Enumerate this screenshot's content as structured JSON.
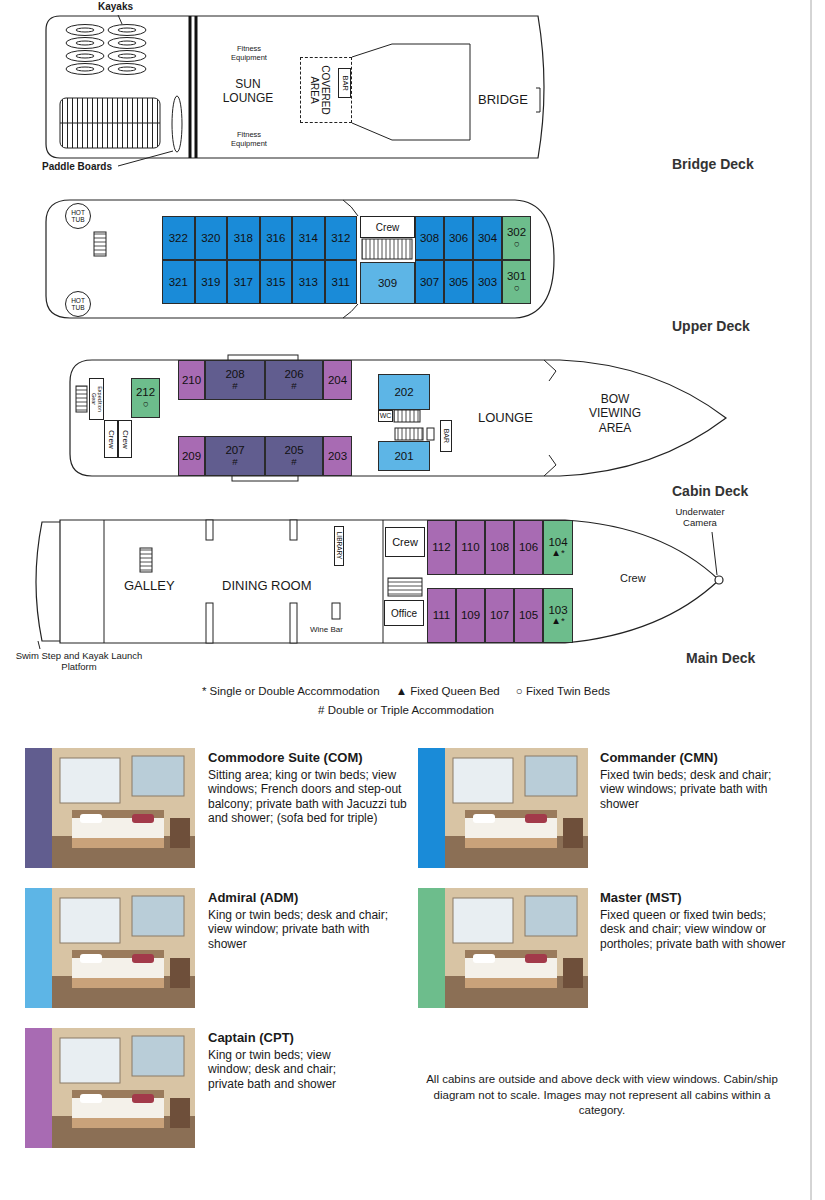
{
  "diagram": {
    "nodes": [
      {
        "text": [
          "COVERED AREA"
        ]
      },
      {
        "text": [
          "BAR"
        ],
        "in": 0
      },
      {
        "text": [
          "HOT TUB"
        ]
      },
      {
        "text": [
          "322"
        ]
      },
      {
        "text": [
          "320"
        ]
      },
      {
        "text": [
          "318"
        ]
      },
      {
        "text": [
          "316"
        ]
      },
      {
        "text": [
          "314"
        ]
      },
      {
        "text": [
          "312"
        ]
      },
      {
        "text": [
          "Crew"
        ]
      },
      {
        "text": [
          "308"
        ]
      },
      {
        "text": [
          "306"
        ]
      },
      {
        "text": [
          "304"
        ]
      },
      {
        "text": [
          "302",
          "○"
        ]
      },
      {
        "text": [
          "HOT TUB"
        ]
      },
      {
        "text": [
          "321"
        ]
      },
      {
        "text": [
          "319"
        ]
      },
      {
        "text": [
          "317"
        ]
      },
      {
        "text": [
          "315"
        ]
      },
      {
        "text": [
          "313"
        ]
      },
      {
        "text": [
          "311"
        ]
      },
      {
        "text": [
          "309"
        ]
      },
      {
        "text": [
          "307"
        ]
      },
      {
        "text": [
          "305"
        ]
      },
      {
        "text": [
          "303"
        ]
      },
      {
        "text": [
          "301",
          "○"
        ]
      },
      {
        "text": [
          "Expedition Gear"
        ]
      },
      {
        "text": [
          "212",
          "○"
        ]
      },
      {
        "text": [
          "Crew"
        ]
      },
      {
        "text": [
          "Crew"
        ]
      },
      {
        "text": [
          "210"
        ]
      },
      {
        "text": [
          "208",
          "#"
        ]
      },
      {
        "text": [
          "206",
          "#"
        ]
      },
      {
        "text": [
          "204"
        ]
      },
      {
        "text": [
          "202"
        ]
      },
      {
        "text": [
          "WC"
        ]
      },
      {
        "text": [
          "209"
        ]
      },
      {
        "text": [
          "207",
          "#"
        ]
      },
      {
        "text": [
          "205",
          "#"
        ]
      },
      {
        "text": [
          "203"
        ]
      },
      {
        "text": [
          "201"
        ]
      },
      {
        "text": [
          "BAR"
        ]
      },
      {
        "text": [
          "LIBRARY"
        ]
      },
      {
        "text": [
          "Crew"
        ]
      },
      {
        "text": [
          "112"
        ]
      },
      {
        "text": [
          "110"
        ]
      },
      {
        "text": [
          "108"
        ]
      },
      {
        "text": [
          "106"
        ]
      },
      {
        "text": [
          "104",
          "▲*"
        ]
      },
      {
        "text": [
          "Office"
        ]
      },
      {
        "text": [
          "111"
        ]
      },
      {
        "text": [
          "109"
        ]
      },
      {
        "text": [
          "107"
        ]
      },
      {
        "text": [
          "105"
        ]
      },
      {
        "text": [
          "103",
          "▲*"
        ]
      }
    ],
    "labels": [
      "Kayaks",
      "Paddle Boards",
      "Fitness Equipment",
      "SUN LOUNGE",
      "Fitness Equipment",
      "BRIDGE",
      "Bridge Deck",
      "Upper Deck",
      "LOUNGE",
      "BOW VIEWING AREA",
      "Cabin Deck",
      "GALLEY",
      "DINING ROOM",
      "Wine Bar",
      "Crew",
      "Underwater Camera",
      "Swim Step and Kayak Launch Platform",
      "Main Deck",
      "Sitting area; king or twin beds; view windows; French doors and step-out balcony; private bath with Jacuzzi tub and shower; (sofa bed for triple)",
      "Fixed twin beds; desk and chair; view windows; private bath with shower",
      "King or twin beds; desk and chair; view window; private bath with shower",
      "Fixed queen or fixed twin beds; desk and chair; view window or portholes; private bath with shower",
      "King or twin beds; view window; desk and chair; private bath and shower",
      "All cabins are outside and above deck with view windows. Cabin/ship diagram not to scale. Images may not represent all cabins within a category."
    ],
    "legend": [
      {
        "text": "* Single or Double Accommodation"
      },
      {
        "text": "▲ Fixed Queen Bed"
      },
      {
        "text": "○ Fixed Twin Beds"
      },
      {
        "text": "# Double or Triple Accommodation"
      },
      {
        "text": "Commodore Suite (COM)",
        "color": "#615d8f"
      },
      {
        "text": "Commander (CMN)",
        "color": "#1a8bd8"
      },
      {
        "text": "Admiral (ADM)",
        "color": "#5db5e6"
      },
      {
        "text": "Master (MST)",
        "color": "#6dbd8c"
      },
      {
        "text": "Captain (CPT)",
        "color": "#a86bb3"
      }
    ]
  }
}
